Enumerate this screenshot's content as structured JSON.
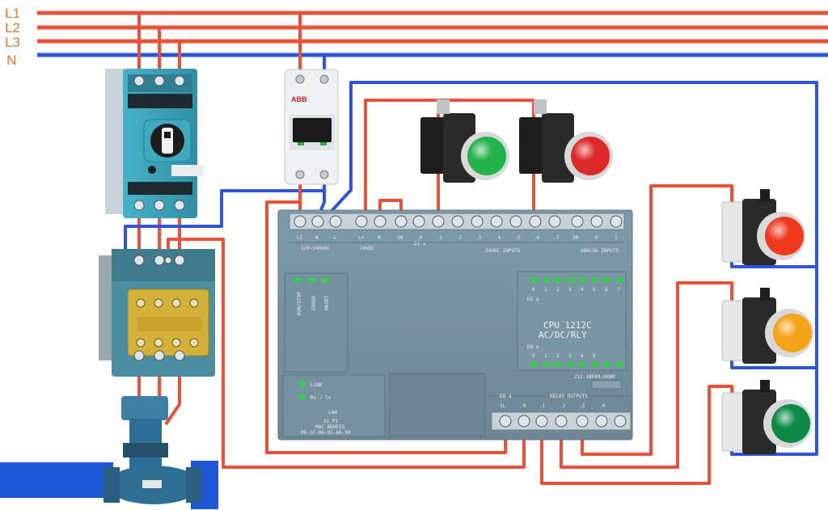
{
  "bus_lines": [
    {
      "label": "L1",
      "color": "#e8513a"
    },
    {
      "label": "L2",
      "color": "#e8513a"
    },
    {
      "label": "L3",
      "color": "#e8513a"
    },
    {
      "label": "N",
      "color": "#2f54d8"
    }
  ],
  "label_color": "#e07a3c",
  "breaker": {
    "brand": "ABB"
  },
  "plc": {
    "model_line1": "CPU 1212C",
    "model_line2": "AC/DC/RLY",
    "supply_labels": [
      "L1",
      "N",
      "⏚"
    ],
    "supply_caption": "120~240VAC",
    "sensor_labels": [
      "L+",
      "M"
    ],
    "sensor_caption": "24VDC",
    "input_terminal_labels": [
      "1M",
      ".0",
      ".1",
      ".2",
      ".3",
      ".4",
      ".5",
      ".6",
      ".7"
    ],
    "inputs_caption": "24VDC INPUTS",
    "di_label": "DI a",
    "analog_labels": [
      "2M",
      "0",
      "1"
    ],
    "analog_caption": "ANALOG INPUTS",
    "status_leds": [
      "RUN/STOP",
      "ERROR",
      "MAINT"
    ],
    "io_digits": [
      "0",
      "1",
      "2",
      "3",
      "4",
      "5",
      "6",
      "7"
    ],
    "io_di": "DI a",
    "dq_digits": [
      "0",
      "1",
      "2",
      "3",
      "4",
      "5"
    ],
    "io_dq": "DQ a",
    "order_number": "212-1BE40-0XB0",
    "link_led": "LINK",
    "rxtx_led": "Rx / Tx",
    "lan_title": "LAN",
    "port_label": "X1 P1",
    "mac_title": "MAC ADRESS",
    "mac_value": "00-1C-06-01-66-99",
    "relay_caption": "RELAY OUTPUTS",
    "relay_labels": [
      "1L",
      ".0",
      ".1",
      ".2",
      ".3",
      ".4"
    ],
    "dq_label": "DQ a"
  },
  "pushbuttons": [
    {
      "color": "#22b34a"
    },
    {
      "color": "#e02929"
    }
  ],
  "pilot_lights": [
    {
      "color": "#f03a1e"
    },
    {
      "color": "#f3a418"
    },
    {
      "color": "#0d8a45"
    }
  ]
}
